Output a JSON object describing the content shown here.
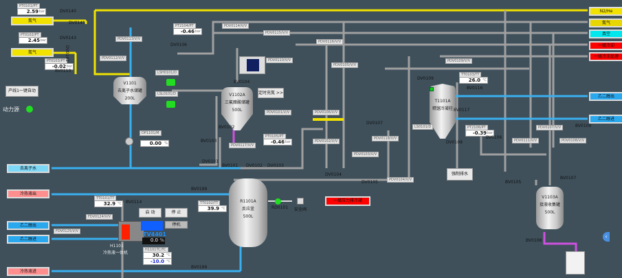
{
  "left": {
    "nitrogen1": "氮气",
    "nitrogen2": "氮气",
    "auto_button": "产线1一键自动",
    "power_label": "动力源",
    "di_water": "去离子水",
    "hot_out": "冷热液出",
    "glycol_out": "乙二醇出",
    "glycol_in": "乙二醇进",
    "hot_in": "冷热液进"
  },
  "right": {
    "n2he": "N2/He",
    "nitrogen": "氮气",
    "vacuum": "真空",
    "cool1": "一级冷却",
    "cool2": "一级冷冻处理",
    "glycol_out": "乙二醇出",
    "glycol_in": "乙二醇进"
  },
  "readings": {
    "pt0101": {
      "tag": "PT0101/PT",
      "value": "2.59",
      "unit": "bar"
    },
    "pt0102": {
      "tag": "PT0102/PT",
      "value": "2.45",
      "unit": "bar"
    },
    "pt0103": {
      "tag": "PT0103/PT",
      "value": "-0.02",
      "unit": "bar"
    },
    "pt2104": {
      "tag": "PT2104/PT",
      "value": "-0.46",
      "unit": "bar"
    },
    "pt0105": {
      "tag": "PT0105/PT",
      "value": "-0.46",
      "unit": "bar"
    },
    "tt0103": {
      "tag": "TT0103/TT",
      "value": "26.0",
      "unit": "°C"
    },
    "pt2106": {
      "tag": "PT2106/PT",
      "value": "-0.39",
      "unit": "bar"
    },
    "tt0102": {
      "tag": "TT0102/TT",
      "value": "39.9",
      "unit": "°C"
    },
    "tt0101": {
      "tag": "TT0101/TT",
      "value": "32.9",
      "unit": "°C"
    },
    "dp": {
      "tag": "DP1101/M",
      "value": "0.00",
      "unit": "%"
    },
    "tv4401": {
      "tag": "TV4401",
      "value": "0.0",
      "unit": "%"
    },
    "h1101tc": {
      "tag": "H1101TC/TC",
      "pv": "30.2",
      "sv": "-10.0",
      "unit": "°C"
    }
  },
  "valves": [
    "DV0140",
    "DV0141",
    "DV0143",
    "DV0142",
    "BV0110",
    "DV0106",
    "BV0104",
    "BV0102",
    "BV0103",
    "DV0101",
    "BV0101",
    "DV0102",
    "DV0103",
    "DV0109",
    "BV0116",
    "BV0117",
    "DV0107",
    "DV0108",
    "DV0104",
    "DV0105",
    "BV0105",
    "BV0107",
    "BV0106",
    "BV0109",
    "BV0108",
    "BV0199",
    "BV0199",
    "BV0114",
    "RD0101"
  ],
  "valve_tags": [
    "PDV0113/V/V",
    "PDV0114/V/V",
    "PDV0116/V/V",
    "PDV0115/V/V",
    "PDV0112/V/V",
    "PDV0110/V/V",
    "PDV0105/V/V",
    "PDV0101/V/V",
    "PDV0106/V/V",
    "PDV0102/V/V",
    "PDV0103/V/V",
    "PDV0104/V/V",
    "PDV0109/V/V",
    "PDV0117/V/V",
    "PDV0111/V/V",
    "PDV0107/V/V",
    "PDV0108/V/V",
    "PDV0118/V/V",
    "LSH0101/D",
    "LSL0101/D",
    "LS0101/D",
    "FDV0124/V/V",
    "FDV0125/V/V"
  ],
  "tanks": {
    "v1101": {
      "id": "V1101",
      "name": "去离子水储罐",
      "vol": "200L"
    },
    "v1102a": {
      "id": "V1102A",
      "name": "三氟醋酸储罐",
      "vol": "500L"
    },
    "r1101a": {
      "id": "R1101A",
      "name": "反应釜",
      "vol": "500L"
    },
    "t1101a": {
      "id": "T1101A",
      "name": "精馏冷凝柱"
    },
    "v1103a": {
      "id": "V1103A",
      "name": "接液收集罐",
      "vol": "500L"
    }
  },
  "buttons": {
    "nitrogen_timer": "定时充氮 >>",
    "force_drain": "强制排水",
    "start": "启 动",
    "stop": "停 止",
    "shutdown": "停机",
    "safety_valve": "安全阀",
    "pressure_drain": "一级压力排冷凝"
  },
  "heater": {
    "id": "H1101",
    "name": "冷热液一体机"
  },
  "colors": {
    "nitrogen": "#f2e200",
    "water": "#3ab0f0",
    "utility": "#9a9a9a",
    "alarm": "#ff0000",
    "run": "#22dd22",
    "purge": "#d050e0"
  }
}
